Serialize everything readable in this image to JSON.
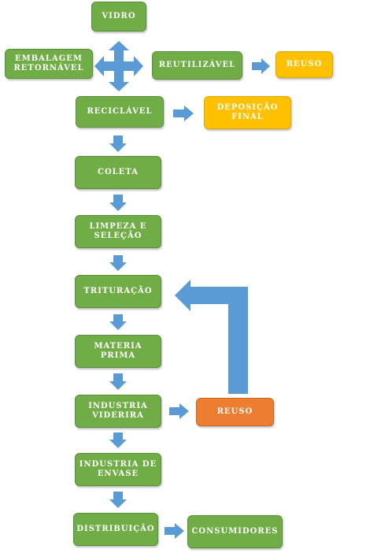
{
  "colors": {
    "green": "#71ad47",
    "yellow": "#ffc000",
    "orange": "#ed7d31",
    "arrow": "#5b9bd5"
  },
  "nodes": {
    "vidro": "VIDRO",
    "embalagem": "EMBALAGEM\nRETORNÁVEL",
    "reutilizavel": "REUTILIZÁVEL",
    "reuso_1": "REUSO",
    "reciclavel": "RECICLÁVEL",
    "deposicao": "DEPOSIÇÃO\nFINAL",
    "coleta": "COLETA",
    "limpeza": "LIMPEZA E\nSELEÇÃO",
    "trituracao": "TRITURAÇÃO",
    "materia": "MATERIA\nPRIMA",
    "industria_vid": "INDUSTRIA\nVIDERIRA",
    "reuso_2": "REUSO",
    "industria_env": "INDUSTRIA DE\nENVASE",
    "distribuicao": "DISTRIBUIÇÃO",
    "consumidores": "CONSUMIDORES"
  }
}
